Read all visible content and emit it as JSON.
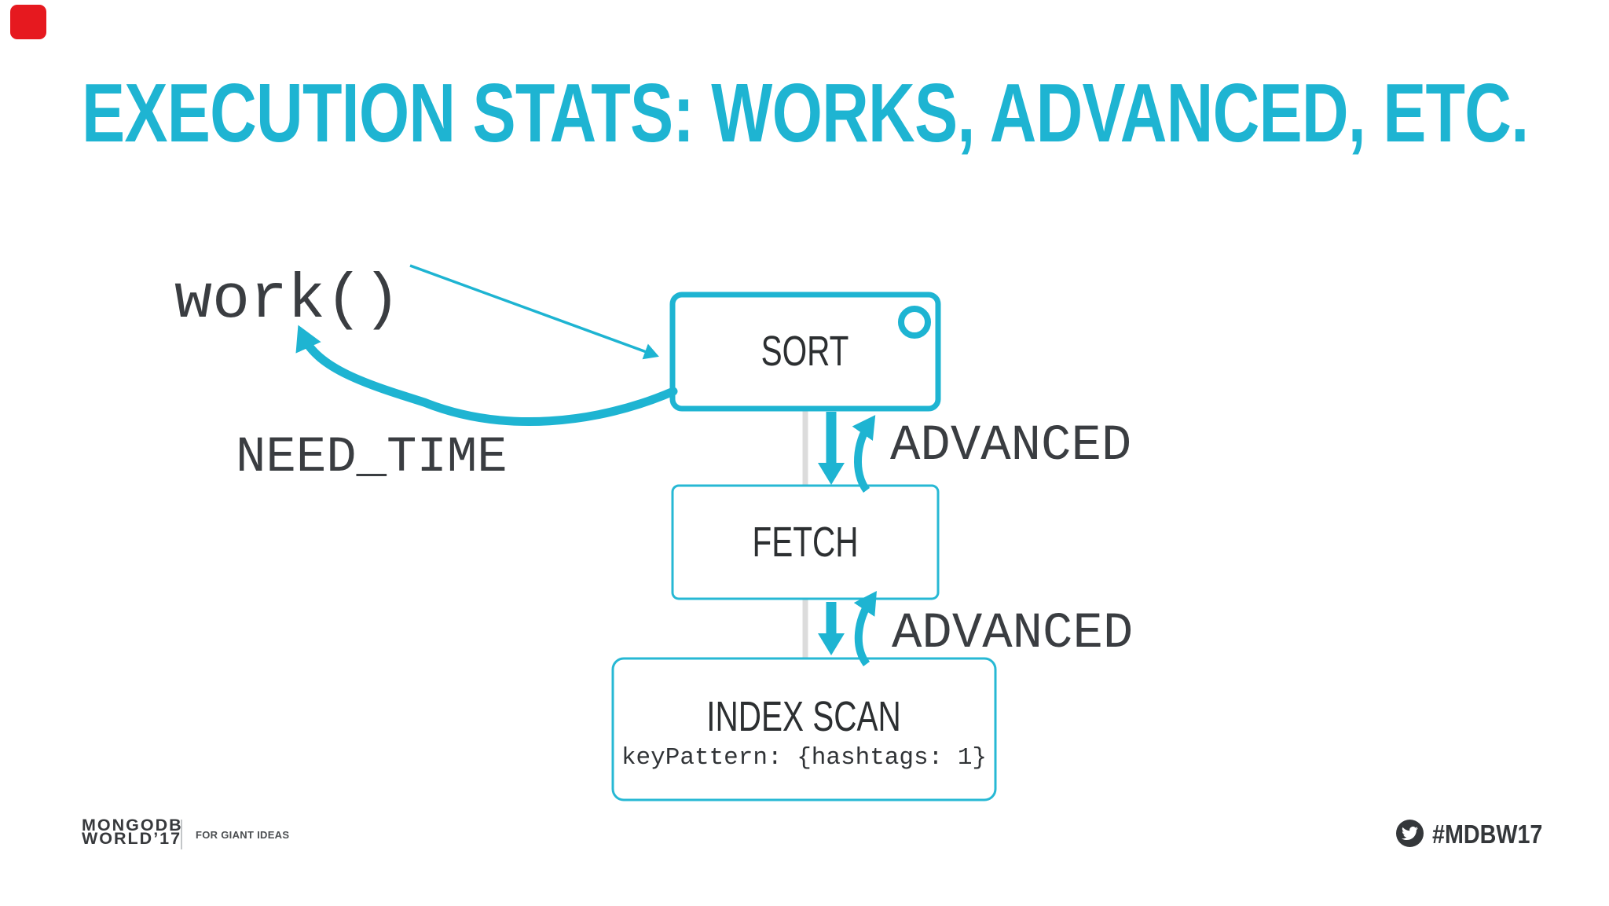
{
  "slide": {
    "title": "EXECUTION STATS: WORKS, ADVANCED, ETC.",
    "colors": {
      "accent_teal": "#1EB4D2",
      "diagram_ink": "#32363A",
      "connector_gray": "#DCDCDC",
      "record_badge_red": "#E6191F"
    }
  },
  "diagram": {
    "work_label": "work()",
    "need_time_label": "NEED_TIME",
    "advanced_labels": [
      "ADVANCED",
      "ADVANCED"
    ],
    "nodes": [
      {
        "label": "SORT"
      },
      {
        "label": "FETCH"
      },
      {
        "label": "INDEX SCAN",
        "detail": "keyPattern: {hashtags: 1}"
      }
    ]
  },
  "footer": {
    "brand_line1": "MONGODB",
    "brand_line2": "WORLD’17",
    "tagline": "FOR GIANT IDEAS",
    "hashtag": "#MDBW17"
  }
}
